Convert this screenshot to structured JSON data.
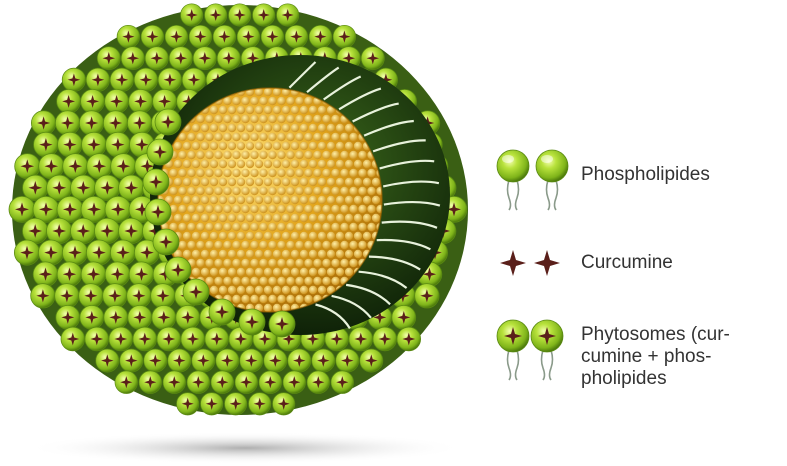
{
  "legend": {
    "phospholipides": {
      "label": "Phospholipides",
      "icon": "phospholipid-icon"
    },
    "curcumine": {
      "label": "Curcumine",
      "icon": "curcumin-icon"
    },
    "phytosomes": {
      "lines": [
        "Phytosomes (cur-",
        "cumine + phos-",
        "pholipides"
      ],
      "icon": "phytosome-icon"
    }
  },
  "colors": {
    "sphere_green": "#9bd12a",
    "sphere_green_dark": "#5c8f10",
    "core_gold": "#e2a51c",
    "core_gold_dark": "#b57408",
    "curcumin": "#5a1f1a",
    "inner_dark": "#1f3a12",
    "text": "#333333"
  }
}
